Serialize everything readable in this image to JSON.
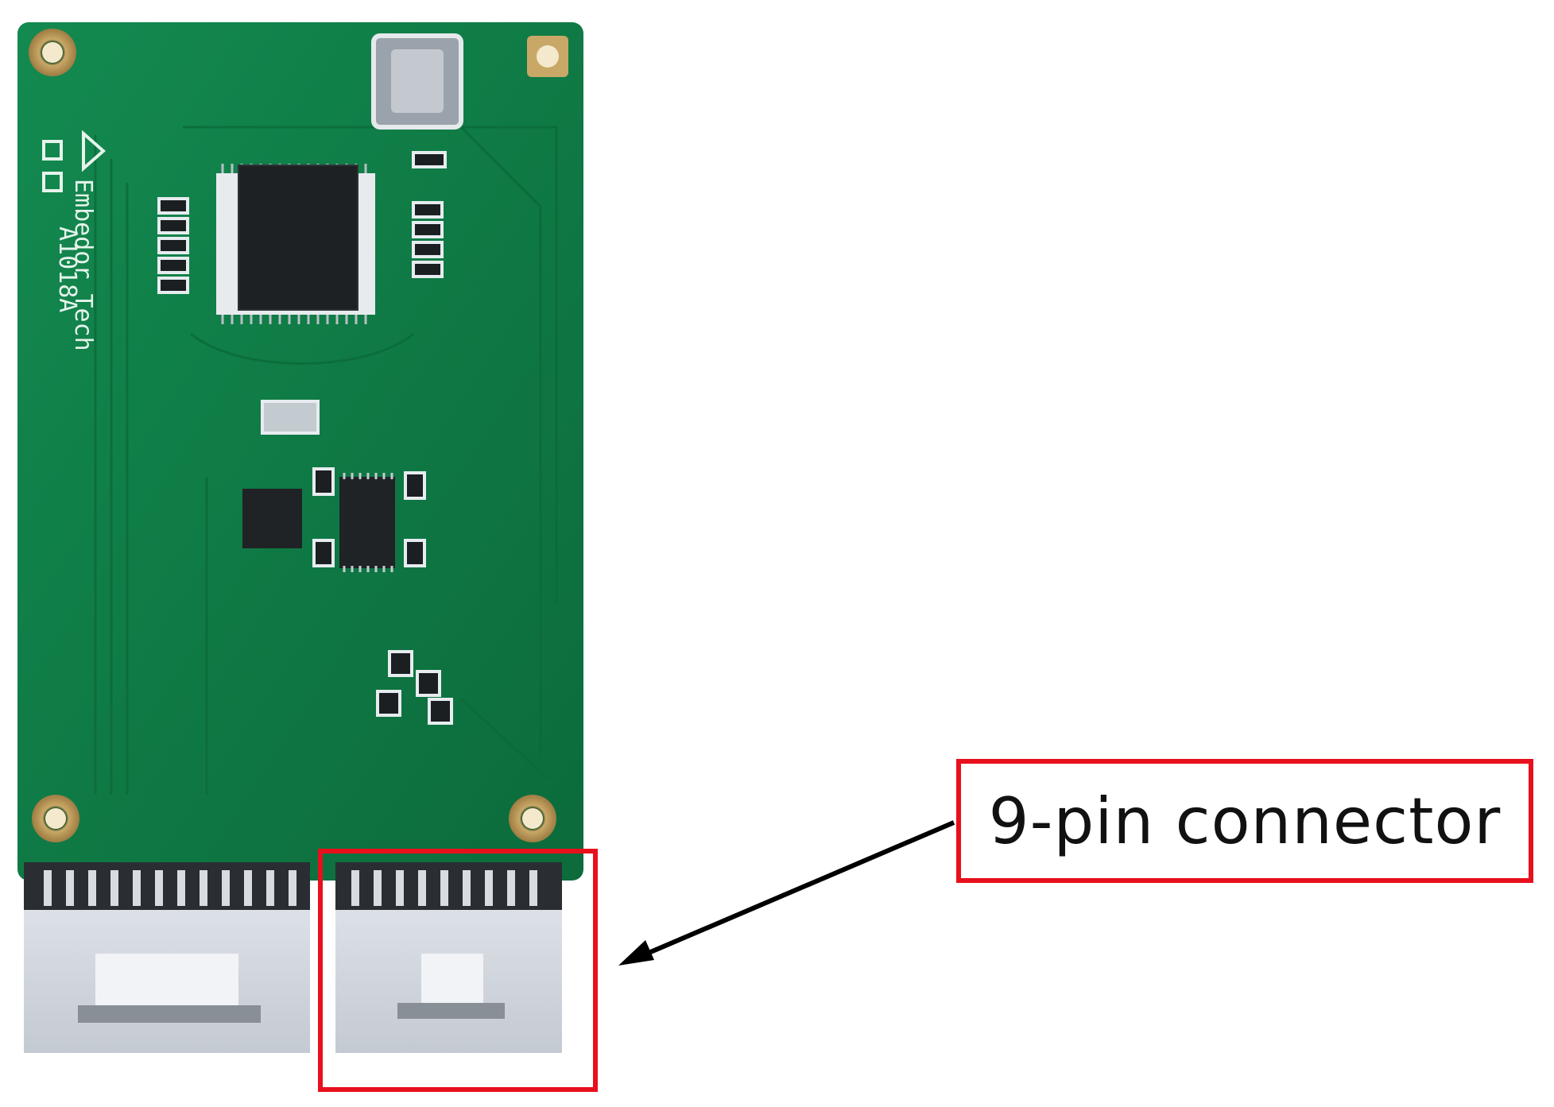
{
  "annotation": {
    "label": "9-pin connector",
    "highlight_color": "#e8101c",
    "arrow_color": "#000000"
  },
  "board": {
    "silkscreen_lines": [
      "Embedor Tech",
      "A1018A"
    ],
    "pcb_color": "#0f7a45",
    "connector_color": "#d3d8df"
  }
}
